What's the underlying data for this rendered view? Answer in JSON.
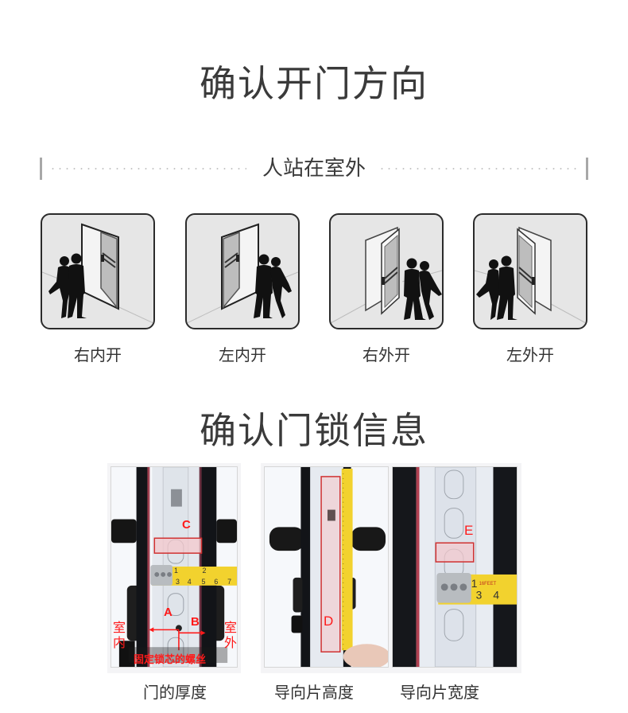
{
  "direction_section": {
    "title": "确认开门方向",
    "subtitle": "人站在室外",
    "options": [
      {
        "label": "右内开",
        "hinge_side": "right",
        "opening": "inward"
      },
      {
        "label": "左内开",
        "hinge_side": "left",
        "opening": "inward"
      },
      {
        "label": "右外开",
        "hinge_side": "right",
        "opening": "outward"
      },
      {
        "label": "左外开",
        "hinge_side": "left",
        "opening": "outward"
      }
    ]
  },
  "lock_section": {
    "title": "确认门锁信息",
    "photos": [
      {
        "caption": "门的厚度",
        "annotations": {
          "c": "C",
          "a": "A",
          "b": "B",
          "indoor": "室\n内",
          "indoor_1": "室",
          "indoor_2": "内",
          "outdoor_1": "室",
          "outdoor_2": "外",
          "screw_note": "固定锁芯的螺丝"
        },
        "tape_numbers": [
          "1",
          "2",
          "3",
          "4",
          "5",
          "6",
          "7"
        ]
      },
      {
        "caption": "导向片高度",
        "annotations": {
          "d": "D"
        }
      },
      {
        "caption": "导向片宽度",
        "annotations": {
          "e": "E"
        },
        "tape_numbers": [
          "1",
          "3",
          "4"
        ],
        "tape_brand": "16FEET"
      }
    ]
  },
  "colors": {
    "title_text": "#3a3a3a",
    "annotation_red": "#ff1a1a",
    "card_bg": "#e6e6e6",
    "card_border": "#2b2b2b",
    "tape_yellow": "#f2d22e",
    "divider_bar": "#a8a8a8"
  }
}
